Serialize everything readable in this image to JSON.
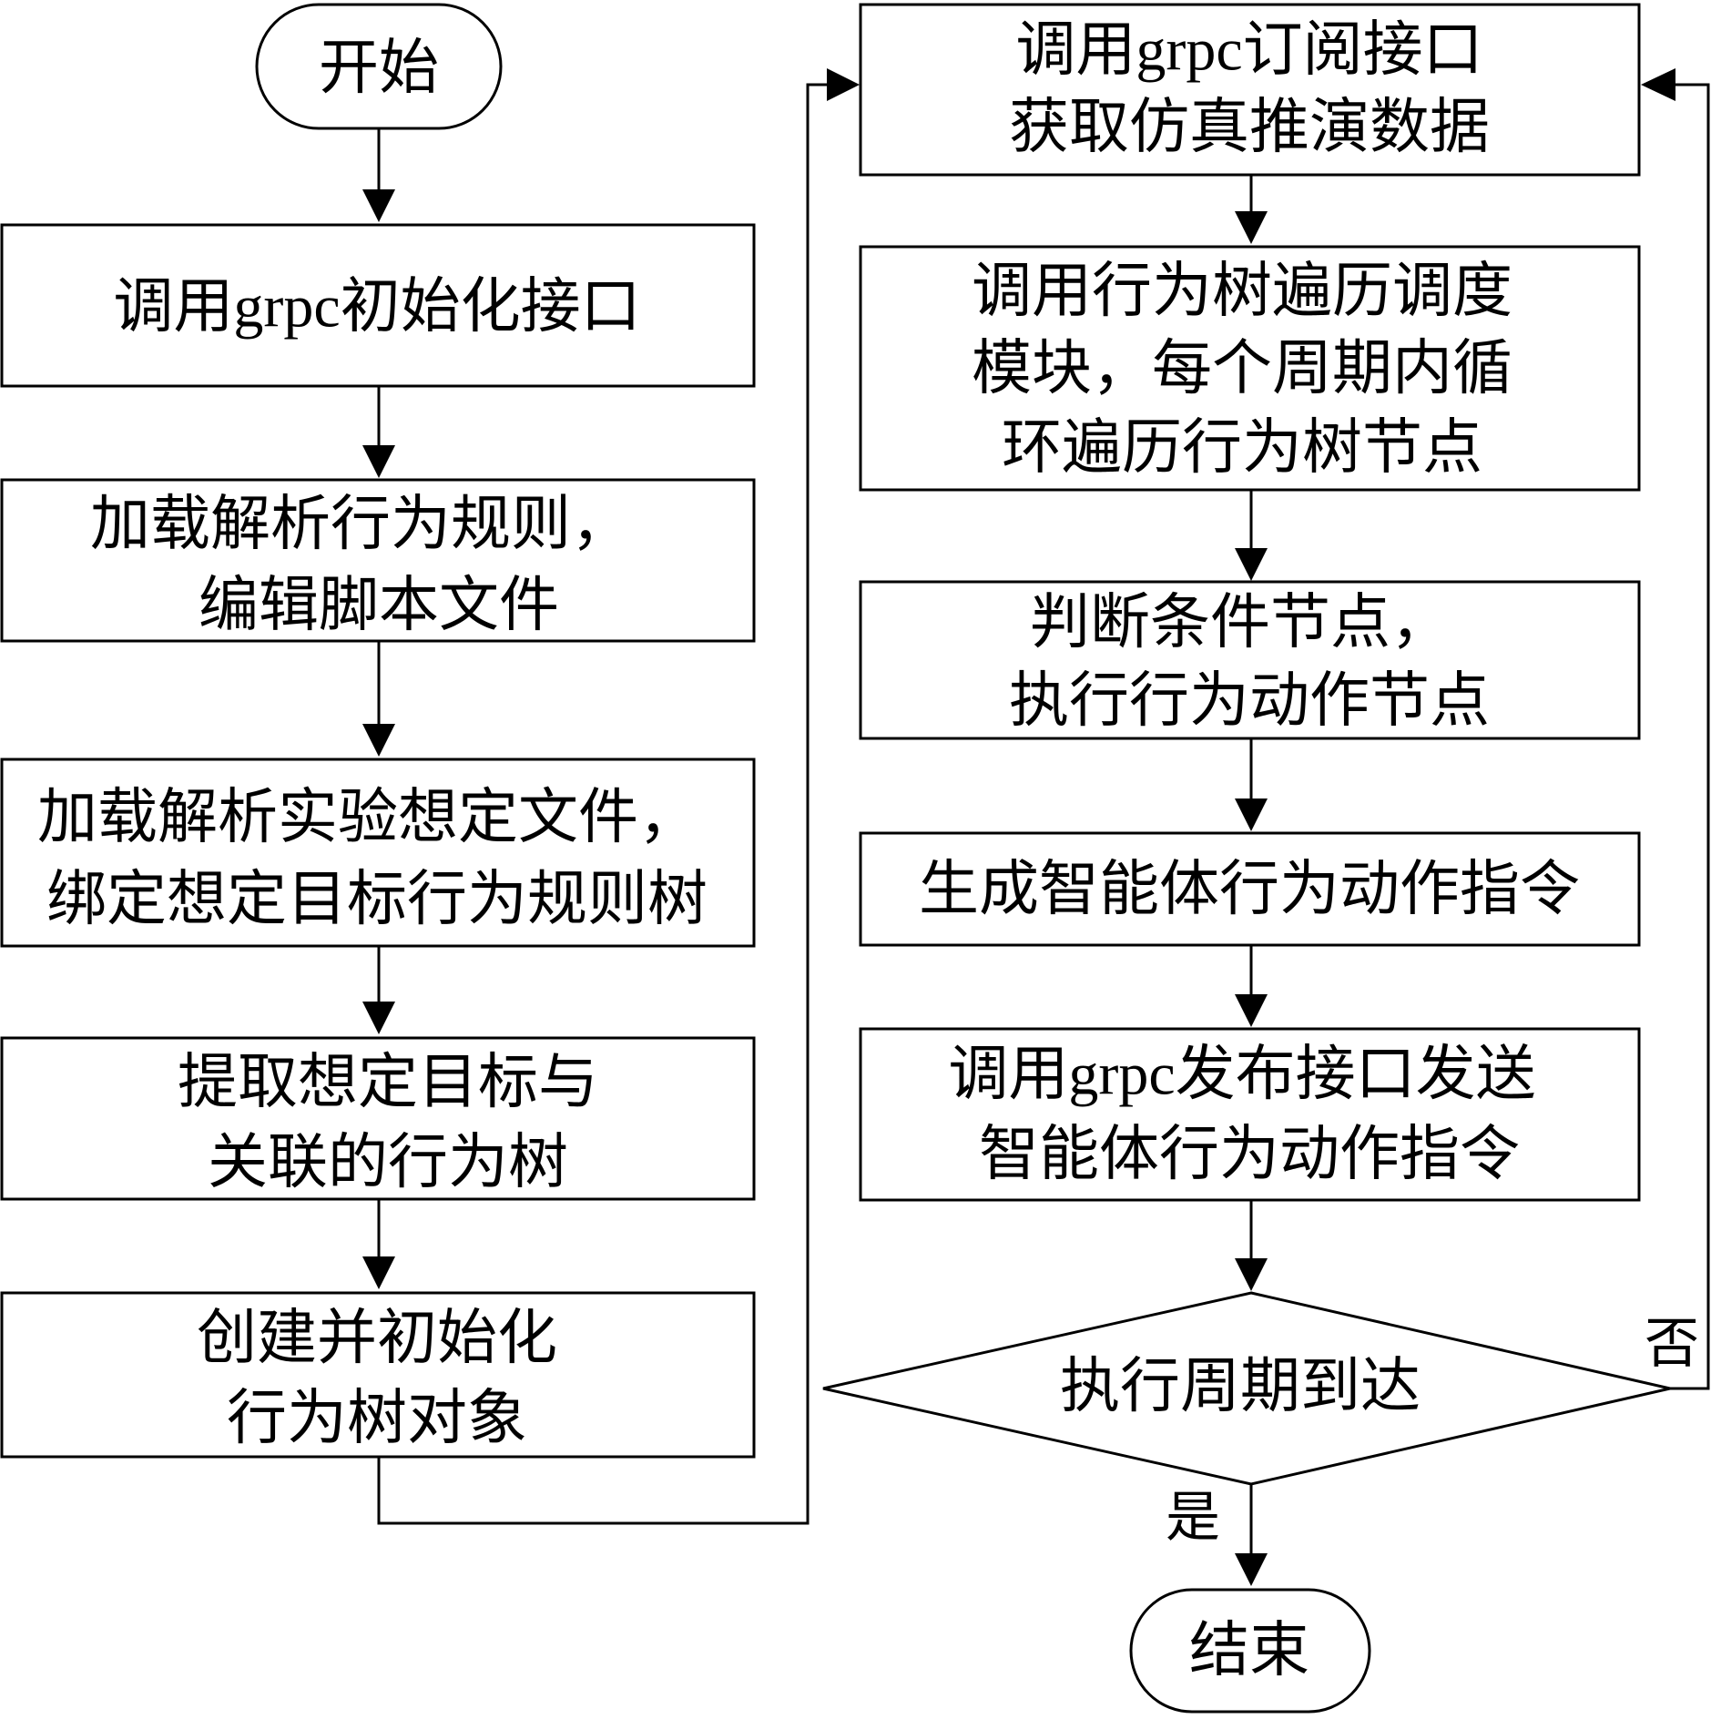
{
  "nodes": {
    "start": {
      "text": "开始"
    },
    "init_interface": {
      "text": "调用grpc初始化接口"
    },
    "load_rules": {
      "line1": "加载解析行为规则，",
      "line2": "编辑脚本文件"
    },
    "load_scenario": {
      "line1": "加载解析实验想定文件，",
      "line2": "绑定想定目标行为规则树"
    },
    "extract_tree": {
      "line1": "提取想定目标与",
      "line2": "关联的行为树"
    },
    "create_tree": {
      "line1": "创建并初始化",
      "line2": "行为树对象"
    },
    "subscribe": {
      "line1": "调用grpc订阅接口",
      "line2": "获取仿真推演数据"
    },
    "traverse": {
      "line1": "调用行为树遍历调度",
      "line2": "模块，每个周期内循",
      "line3": "环遍历行为树节点"
    },
    "judge": {
      "line1": "判断条件节点，",
      "line2": "执行行为动作节点"
    },
    "generate": {
      "text": "生成智能体行为动作指令"
    },
    "publish": {
      "line1": "调用grpc发布接口发送",
      "line2": "智能体行为动作指令"
    },
    "decision": {
      "text": "执行周期到达"
    },
    "end": {
      "text": "结束"
    }
  },
  "branches": {
    "no": "否",
    "yes": "是"
  }
}
